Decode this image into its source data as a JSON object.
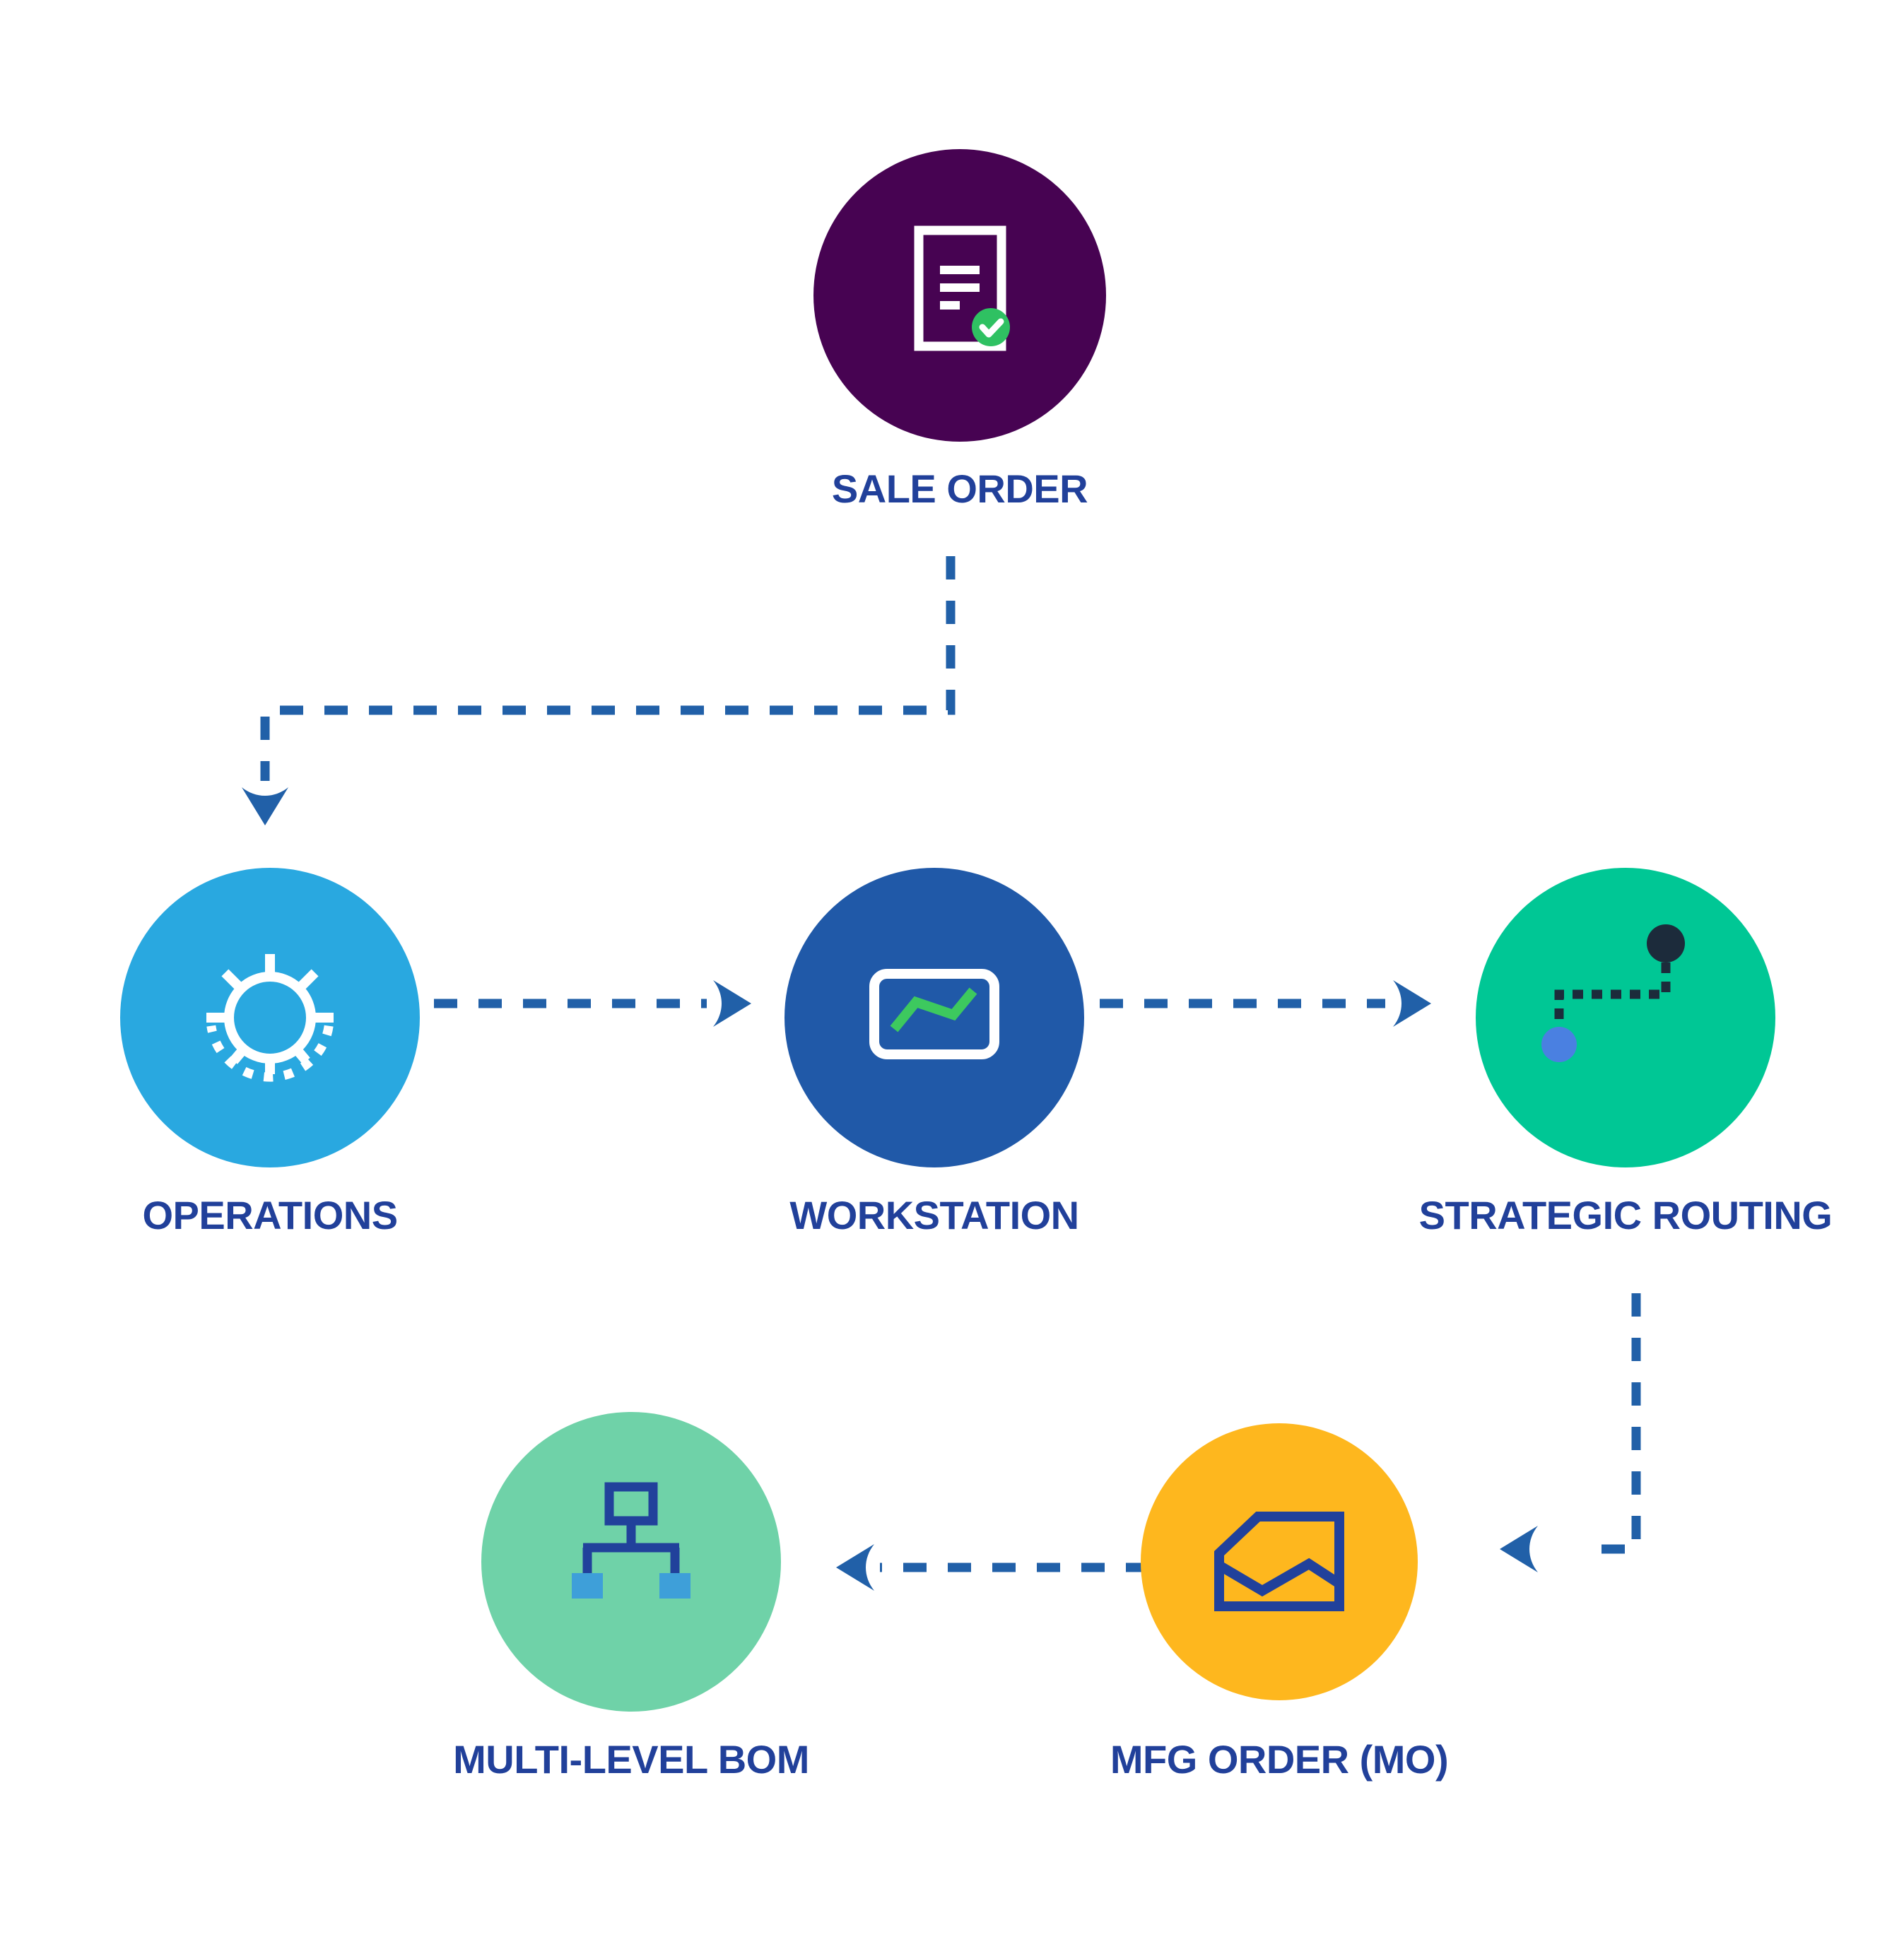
{
  "diagram": {
    "description": "Manufacturing flow diagram",
    "colors": {
      "background": "#ffffff",
      "label": "#21409a",
      "arrow": "#2160a8"
    },
    "nodes": [
      {
        "id": "sale-order",
        "label": "SALE ORDER",
        "circle_color": "#470352",
        "icon": "document-check-icon",
        "icon_colors": {
          "document": "#ffffff",
          "check_bg": "#2fc162",
          "check": "#ffffff"
        }
      },
      {
        "id": "operations",
        "label": "OPERATIONS",
        "circle_color": "#29a8e0",
        "icon": "gear-icon",
        "icon_colors": {
          "gear": "#ffffff"
        }
      },
      {
        "id": "workstation",
        "label": "WORKSTATION",
        "circle_color": "#2059a8",
        "icon": "monitor-chart-icon",
        "icon_colors": {
          "monitor": "#ffffff",
          "line": "#3dc95e"
        }
      },
      {
        "id": "strategic-routing",
        "label": "STRATEGIC ROUTING",
        "circle_color": "#00c795",
        "icon": "route-icon",
        "icon_colors": {
          "path": "#1c2b3b",
          "end_dot": "#1c2b3b",
          "start_dot": "#4a80e1"
        }
      },
      {
        "id": "mfg-order",
        "label": "MFG ORDER (MO)",
        "circle_color": "#feb71e",
        "icon": "open-box-icon",
        "icon_colors": {
          "outline": "#21419b"
        }
      },
      {
        "id": "multi-level-bom",
        "label": "MULTI-LEVEL BOM",
        "circle_color": "#6fd2a8",
        "icon": "hierarchy-icon",
        "icon_colors": {
          "tree": "#21419b",
          "squares": "#3e9fd9"
        }
      }
    ],
    "edges": [
      {
        "from": "sale-order",
        "to": "operations",
        "style": "dashed"
      },
      {
        "from": "operations",
        "to": "workstation",
        "style": "dashed"
      },
      {
        "from": "workstation",
        "to": "strategic-routing",
        "style": "dashed"
      },
      {
        "from": "strategic-routing",
        "to": "mfg-order",
        "style": "dashed"
      },
      {
        "from": "mfg-order",
        "to": "multi-level-bom",
        "style": "dashed"
      }
    ]
  }
}
